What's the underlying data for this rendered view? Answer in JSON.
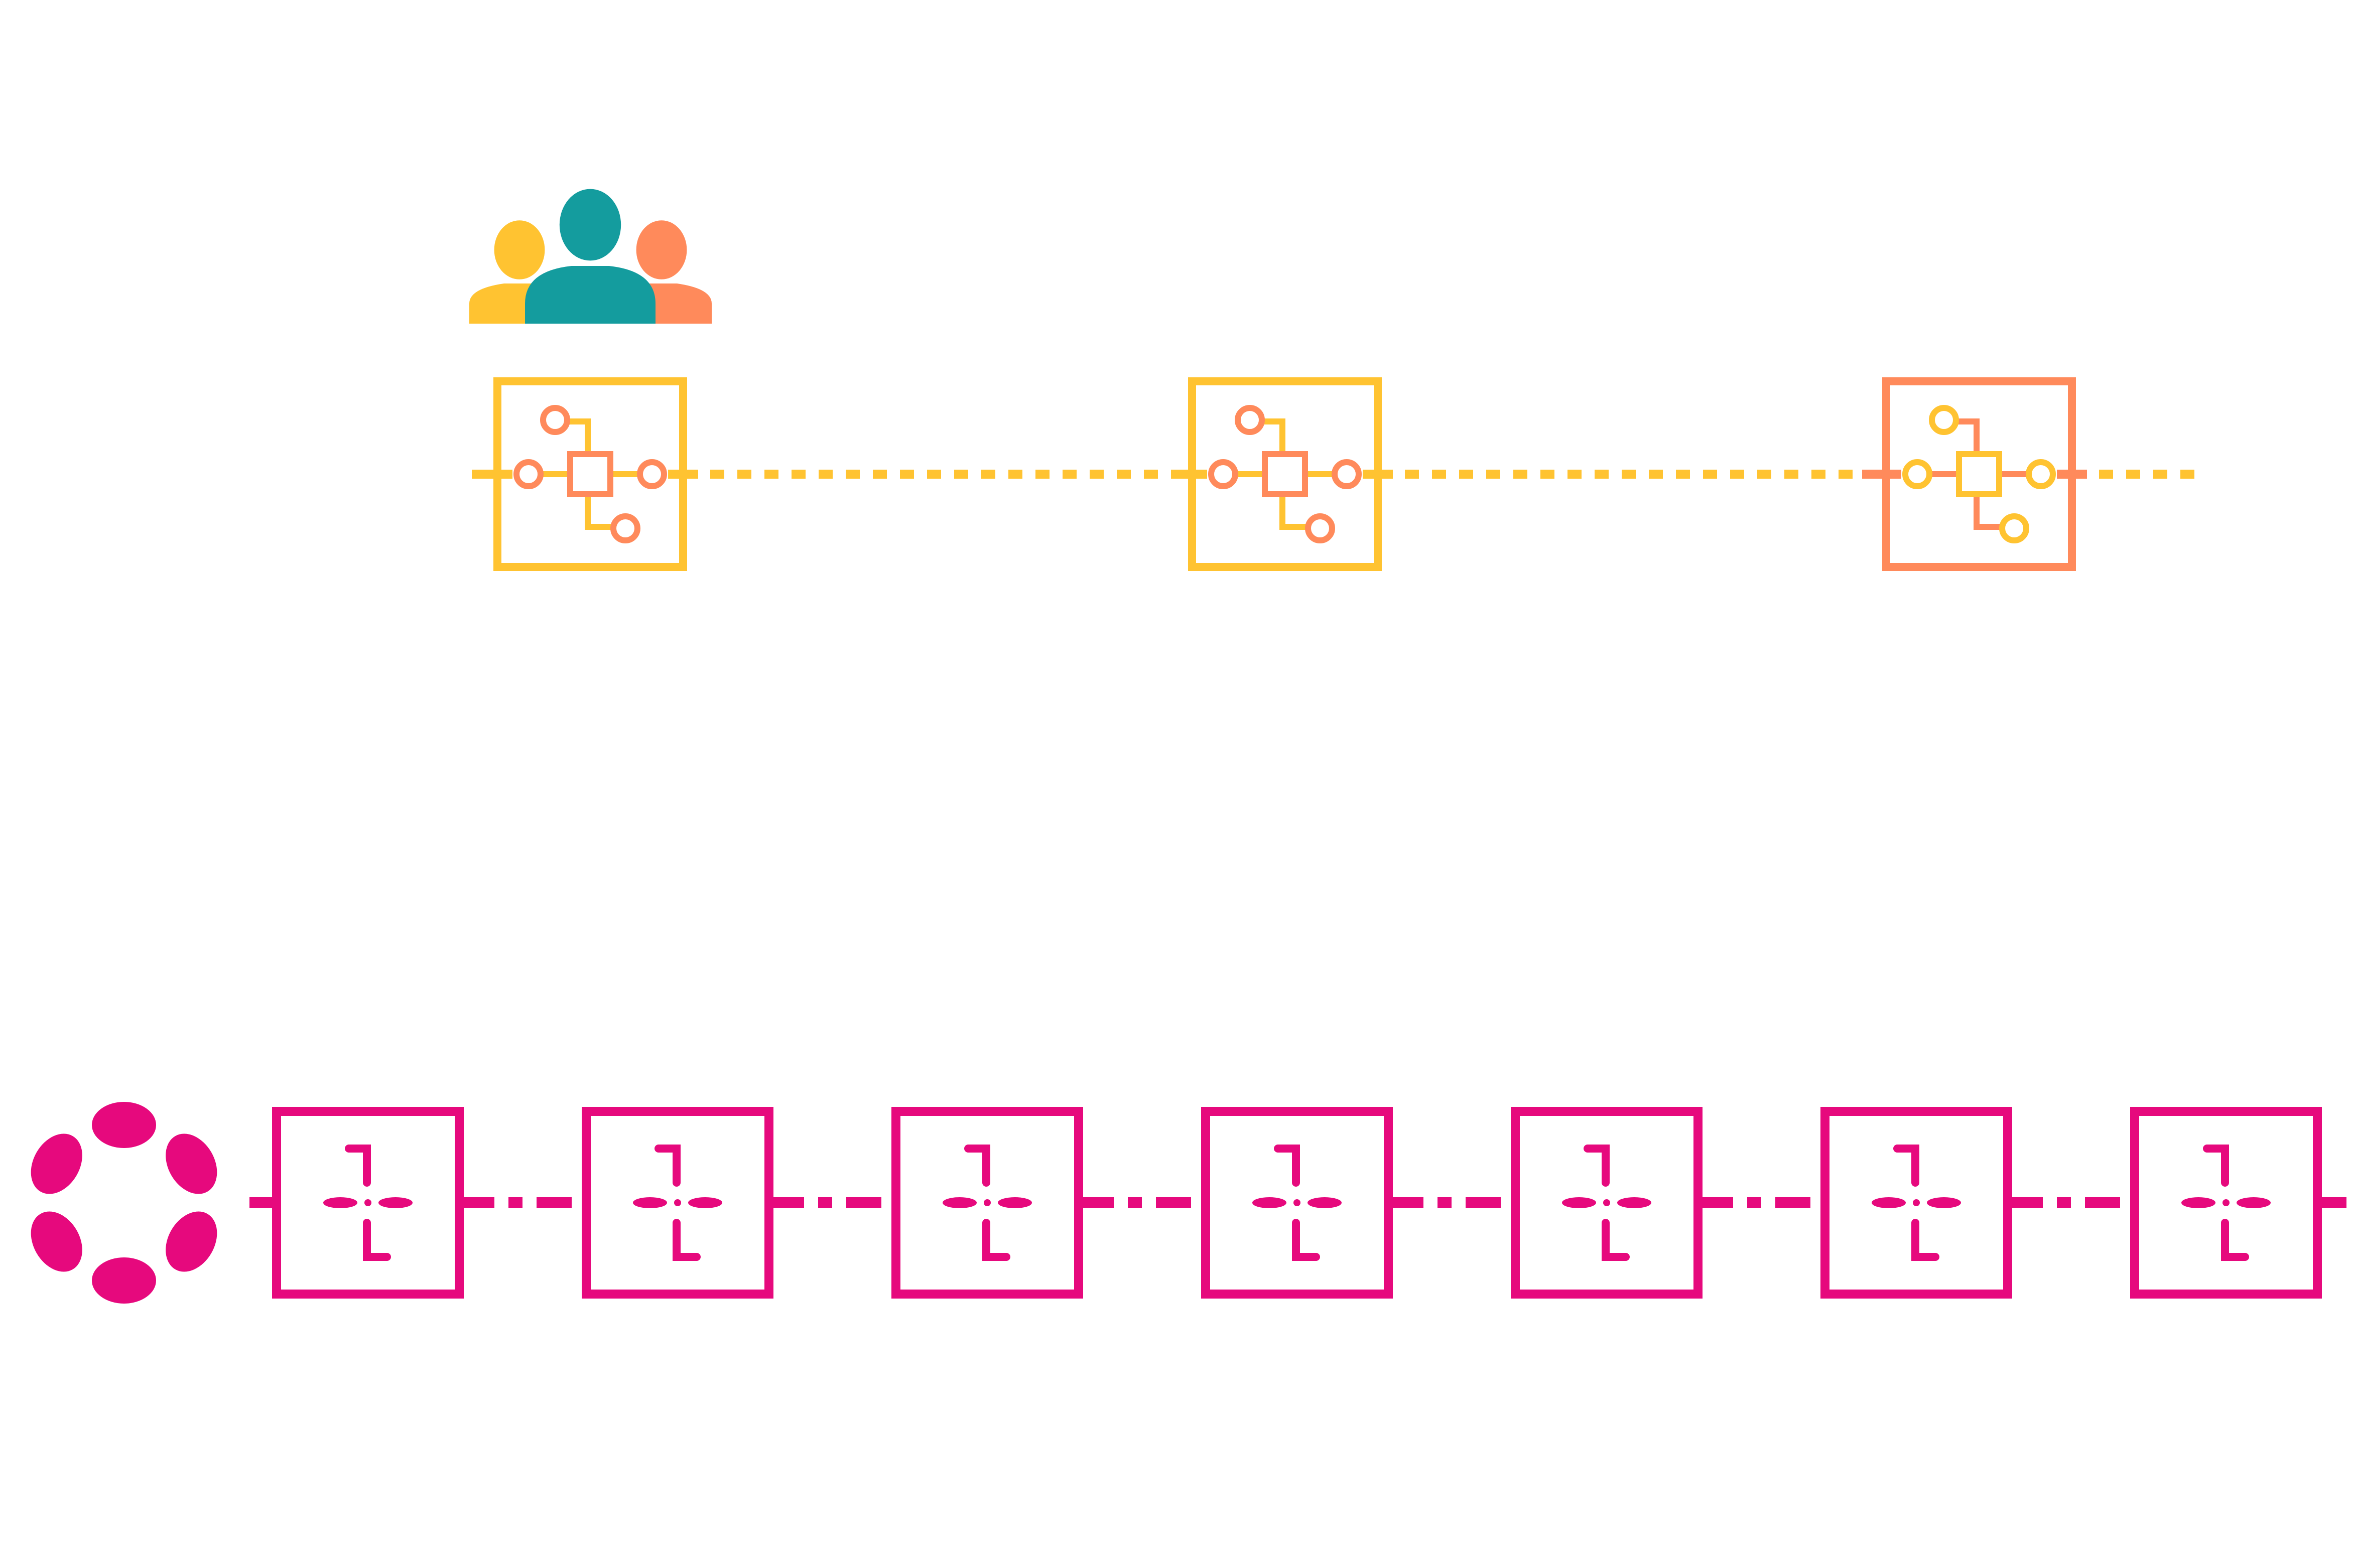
{
  "palette": {
    "yellow": "#FFC331",
    "orange": "#FF8A5B",
    "teal": "#149C9E",
    "pink": "#E6097D",
    "background": "#FFFFFF"
  },
  "users_group": {
    "icon": "users-group-icon",
    "members": [
      "yellow",
      "teal",
      "orange"
    ]
  },
  "parachain_row": {
    "connector_color": "yellow",
    "blocks": [
      {
        "icon": "network-nodes-icon",
        "frame": "yellow",
        "center": "orange",
        "nodes": "orange",
        "links": "yellow"
      },
      {
        "icon": "network-nodes-icon",
        "frame": "yellow",
        "center": "orange",
        "nodes": "orange",
        "links": "yellow"
      },
      {
        "icon": "network-nodes-icon",
        "frame": "orange",
        "center": "yellow",
        "nodes": "yellow",
        "links": "orange"
      }
    ]
  },
  "relay_row": {
    "logo": "polkadot-logo",
    "color": "pink",
    "block_icon": "crosshair-block-icon",
    "block_count": 7
  }
}
